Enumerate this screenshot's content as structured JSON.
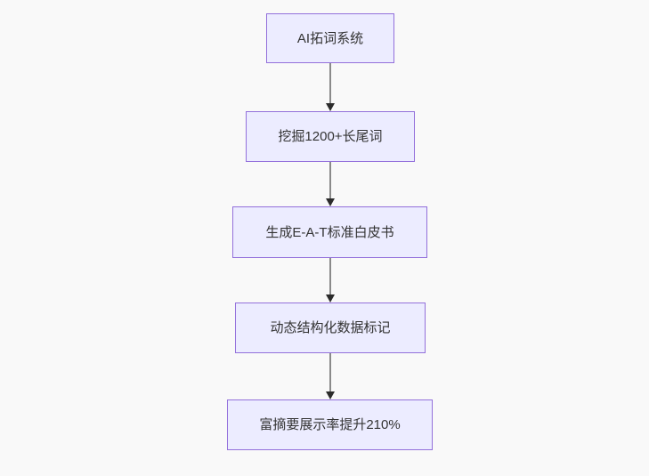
{
  "diagram": {
    "type": "flowchart-top-down",
    "colors": {
      "background": "#f9f9f9",
      "node_fill": "#ECECFF",
      "node_border": "#9370DB",
      "text": "#333333",
      "edge_line": "#8a8a8a",
      "arrowhead": "#2b2b2b"
    },
    "nodes": [
      {
        "id": "n1",
        "label": "AI拓词系统"
      },
      {
        "id": "n2",
        "label": "挖掘1200+长尾词"
      },
      {
        "id": "n3",
        "label": "生成E-A-T标准白皮书"
      },
      {
        "id": "n4",
        "label": "动态结构化数据标记"
      },
      {
        "id": "n5",
        "label": "富摘要展示率提升210%"
      }
    ],
    "edges": [
      {
        "from": "n1",
        "to": "n2"
      },
      {
        "from": "n2",
        "to": "n3"
      },
      {
        "from": "n3",
        "to": "n4"
      },
      {
        "from": "n4",
        "to": "n5"
      }
    ]
  }
}
